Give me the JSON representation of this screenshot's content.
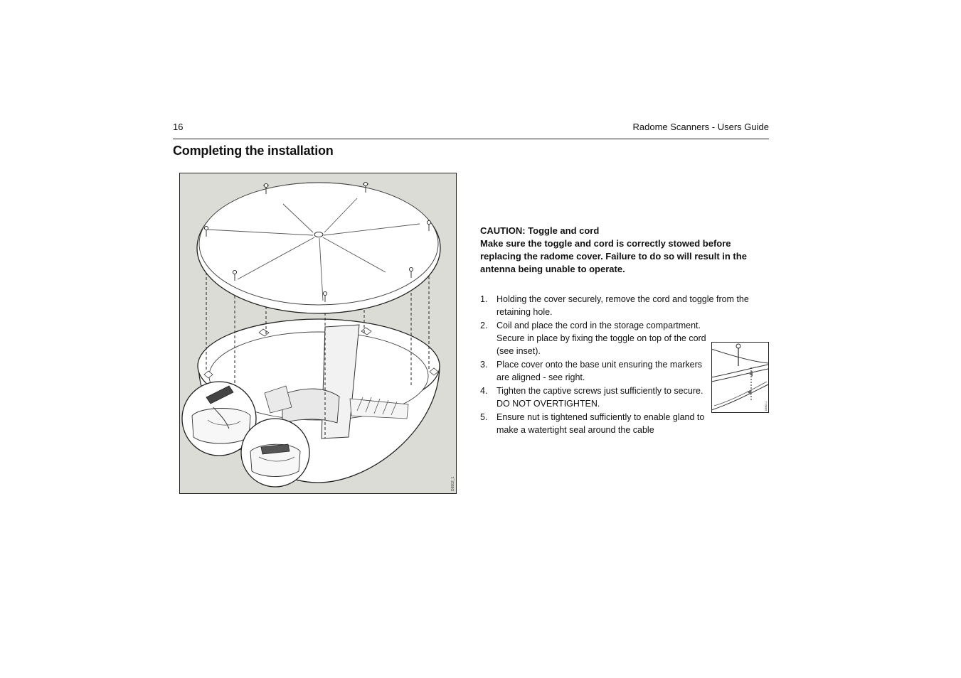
{
  "header": {
    "page_number": "16",
    "running_title": "Radome Scanners - Users Guide"
  },
  "section": {
    "title": "Completing the installation"
  },
  "figure": {
    "code": "D8802_1",
    "inset_code": "D8803-1"
  },
  "caution": {
    "heading": "CAUTION: Toggle and cord",
    "body": "Make sure the toggle and cord is correctly stowed before replacing the radome cover. Failure to do so will result in the antenna being unable to operate."
  },
  "steps": [
    {
      "num": "1.",
      "text": "Holding the cover securely, remove the cord and toggle from the retaining hole."
    },
    {
      "num": "2.",
      "text": "Coil and place the cord in the storage compartment. Secure in place by fixing the toggle on top of the cord (see inset)."
    },
    {
      "num": "3.",
      "text": "Place cover onto the base unit ensuring the markers are aligned - see right."
    },
    {
      "num": "4.",
      "text": "Tighten the captive screws just sufficiently to secure. DO NOT OVERTIGHTEN."
    },
    {
      "num": "5.",
      "text": "Ensure nut is tightened sufficiently to enable gland to make a watertight seal around the cable"
    }
  ]
}
